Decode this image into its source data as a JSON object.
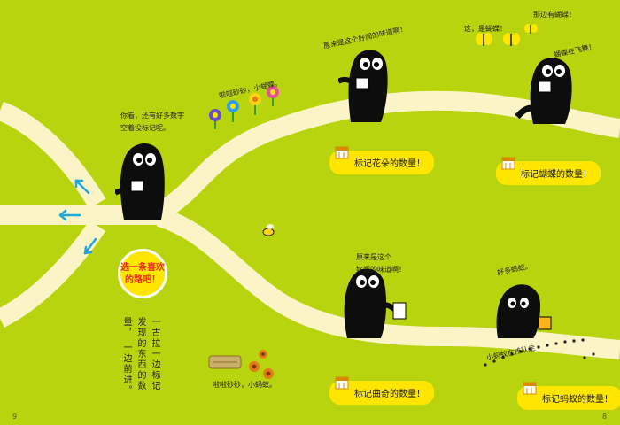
{
  "left_page": {
    "page_number": "9",
    "intro_speech": [
      "你看，还有好多数字",
      "空着没标记呢。"
    ],
    "choose_bubble": [
      "选一条喜欢",
      "的路吧！"
    ],
    "vertical_lines": [
      "一古拉一边标记",
      "发现的东西的数量，",
      "一边前进。"
    ],
    "bottom_speech": "啦啦砂砂，小蚂蚁。",
    "flower_speech": "啦啦砂砂，小蝴蝶。"
  },
  "right_page": {
    "page_number": "8",
    "top_speech": "原来是这个好闻的味道啊！",
    "butterfly_speech_1": "这，是蝴蝶！",
    "butterfly_speech_2": "那边有蝴蝶！",
    "butterfly_speech_3": "蝴蝶在飞舞！",
    "mid_speech": [
      "原来是这个",
      "好闻的味道啊！"
    ],
    "ant_speech": "好多蚂蚁。",
    "ant_trail_speech": "小蚂蚁在排队走",
    "tasks": {
      "flowers": "标记花朵的数量！",
      "butterflies": "标记蝴蝶的数量！",
      "bugs": "标记曲奇的数量！",
      "ants": "标记蚂蚁的数量！"
    }
  },
  "colors": {
    "background": "#b8d40e",
    "road": "#fbf4c6",
    "label_fill": "#ffe600",
    "bubble_text": "#e52b1f",
    "arrow": "#1fa7e0",
    "creature": "#0d0d0d"
  }
}
